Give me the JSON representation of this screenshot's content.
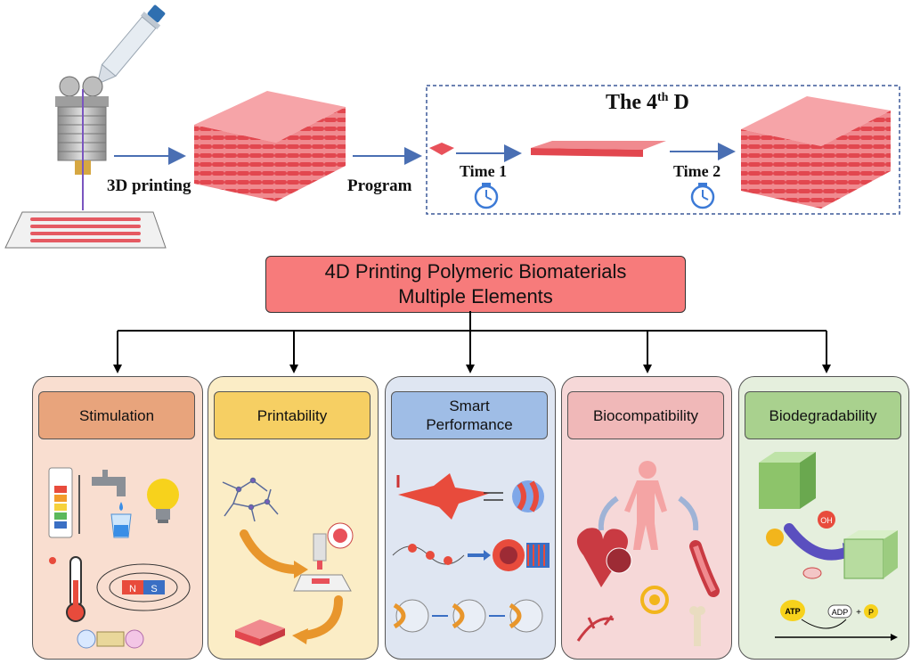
{
  "top": {
    "step_3d": "3D printing",
    "step_program": "Program",
    "fourth_d": {
      "prefix": "The 4",
      "sup": "th",
      "suffix": " D"
    },
    "time1": "Time 1",
    "time2": "Time 2"
  },
  "title": {
    "line1": "4D Printing Polymeric Biomaterials",
    "line2": "Multiple Elements"
  },
  "panels": [
    {
      "id": "stimulation",
      "line1": "Stimulation",
      "line2": "",
      "bg": "#f9ded0",
      "header_bg": "#e8a47c"
    },
    {
      "id": "printability",
      "line1": "Printability",
      "line2": "",
      "bg": "#fbedc6",
      "header_bg": "#f6cf63"
    },
    {
      "id": "smart",
      "line1": "Smart",
      "line2": "Performance",
      "bg": "#dfe6f2",
      "header_bg": "#9fbde6"
    },
    {
      "id": "biocompat",
      "line1": "Biocompatibility",
      "line2": "",
      "bg": "#f6d8d8",
      "header_bg": "#f0b8b8"
    },
    {
      "id": "biodegrad",
      "line1": "Biodegradability",
      "line2": "",
      "bg": "#e5efdd",
      "header_bg": "#a9d18e"
    }
  ],
  "icons": {
    "magnet_n": "N",
    "magnet_s": "S",
    "oh": "OH",
    "atp": "ATP",
    "adp": "ADP",
    "p": "P"
  },
  "colors": {
    "red_scaffold": "#e8515a",
    "arrow": "#4a6fb3",
    "dash_box": "#3b5998"
  }
}
